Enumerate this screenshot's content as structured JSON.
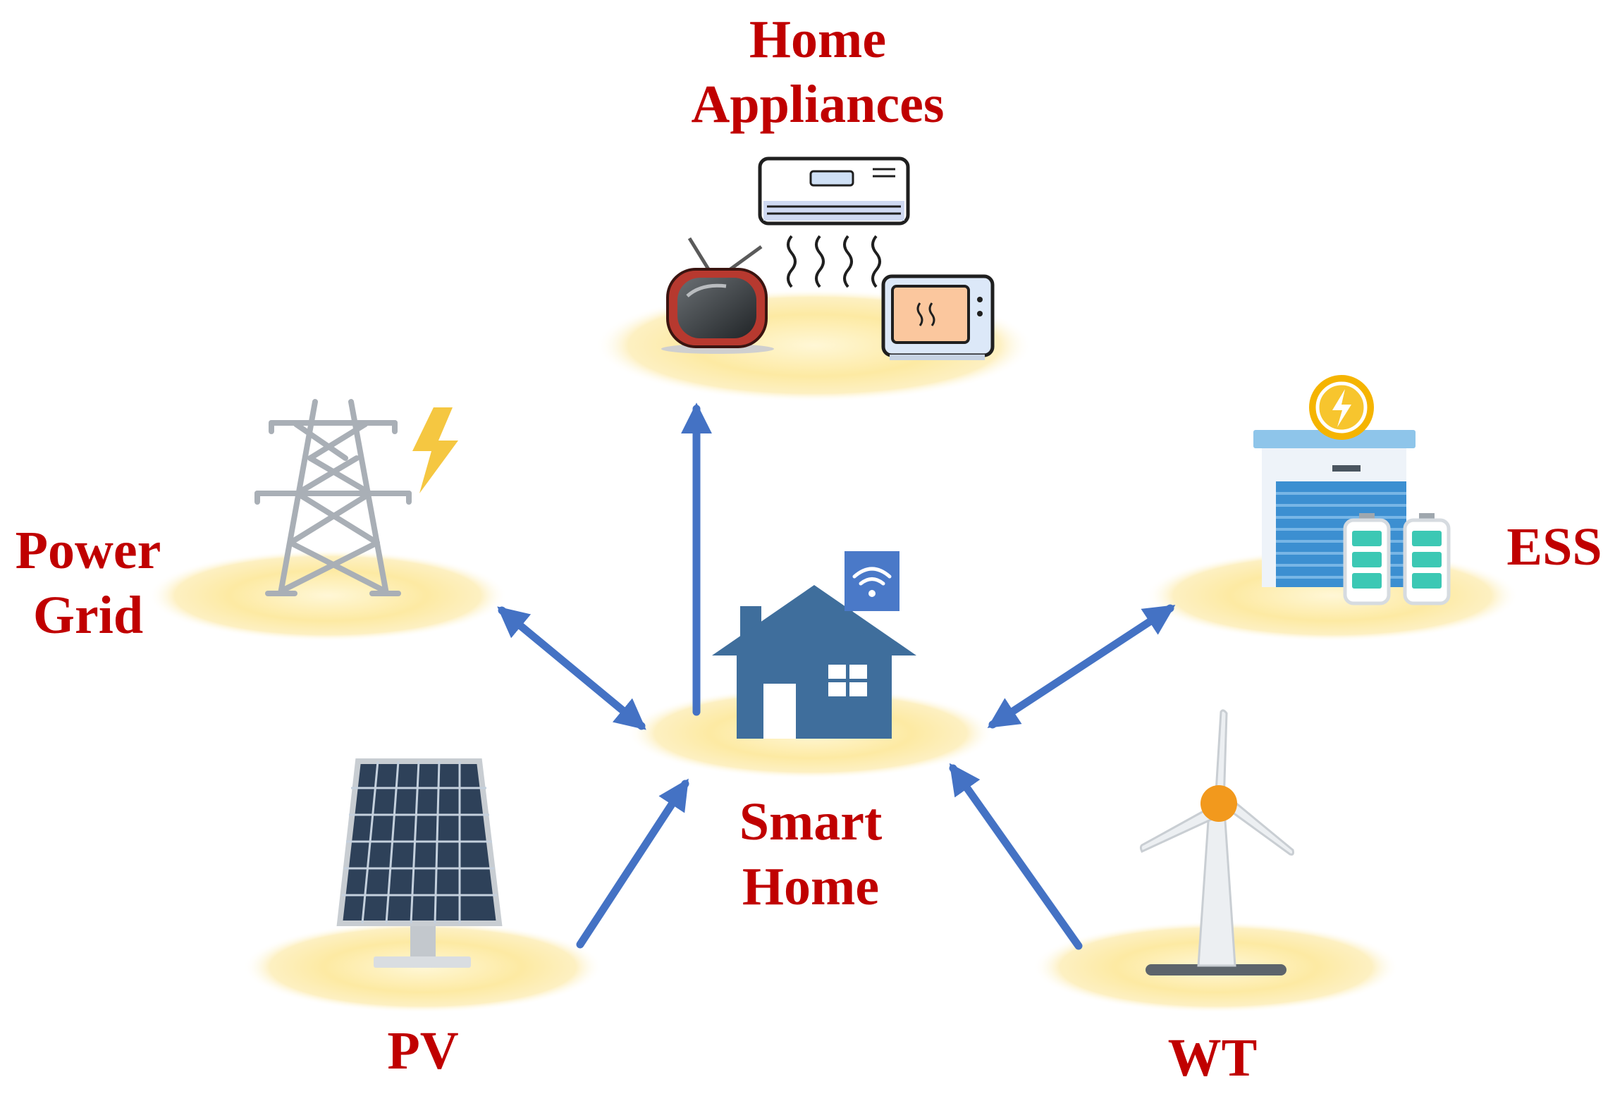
{
  "labels": {
    "home_appliances": [
      "Home",
      "Appliances"
    ],
    "power_grid": [
      "Power",
      "Grid"
    ],
    "ess": "ESS",
    "smart_home": [
      "Smart",
      "Home"
    ],
    "pv": "PV",
    "wt": "WT"
  },
  "colors": {
    "label": "#c00000",
    "arrow": "#4472c4",
    "halo": "#fde9a4",
    "house": "#3f6e9c"
  }
}
